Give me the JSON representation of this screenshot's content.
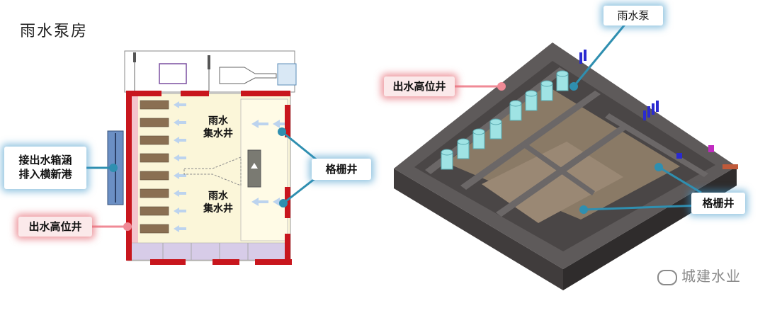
{
  "title": "雨水泵房",
  "plan": {
    "left_label_outlet": "接出水箱涵\n排入横新港",
    "left_label_tower": "出水高位井",
    "collection_upper": "雨水\n集水井",
    "collection_lower": "雨水\n集水井",
    "right_label_grille": "格栅井"
  },
  "model3d": {
    "label_pump": "雨水泵",
    "label_tower": "出水高位井",
    "label_grille": "格栅井"
  },
  "watermark": "城建水业",
  "colors": {
    "red_wall": "#c8161d",
    "plan_fill": "#fbf6d9",
    "callout_glow_blue": "#3c96c8",
    "pointer_line": "#2f8fb0",
    "concrete": "#5a5656",
    "cyan_pipe": "#9fe3e4"
  }
}
